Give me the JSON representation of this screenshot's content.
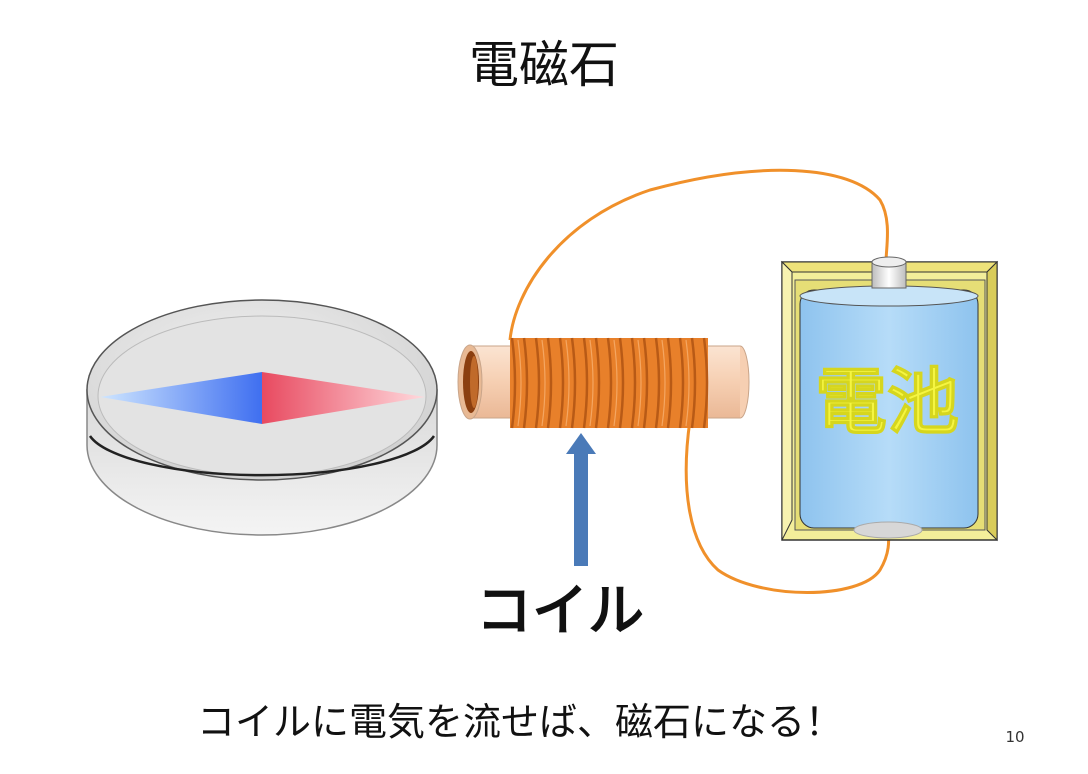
{
  "slide": {
    "title": "電磁石",
    "coil_label": "コイル",
    "battery_label": "電池",
    "caption": "コイルに電気を流せば、磁石になる！",
    "page_number": "10"
  },
  "colors": {
    "wire": "#f0902a",
    "coil": "#e8802a",
    "arrow": "#4a7ab8",
    "battery_case": "#f3ee9a",
    "battery_body": "#a8d4f4",
    "battery_text": "#f5f542",
    "needle_north": "#ee6e7e",
    "needle_south": "#4b7cf0"
  },
  "icons": [
    "compass-icon",
    "coil-icon",
    "battery-icon",
    "arrow-up-icon"
  ]
}
